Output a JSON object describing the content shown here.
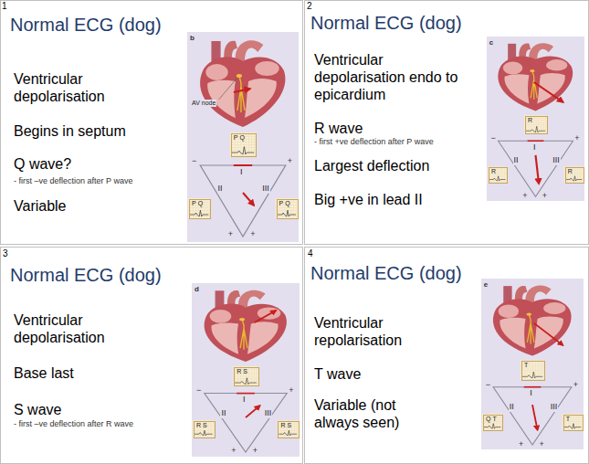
{
  "diagram": {
    "nodes": [
      {
        "text": [
          "Normal ECG (dog)",
          "Ventricular depolarisation",
          "Begins in septum",
          "Q wave?",
          "- first –ve deflection after P wave",
          "Variable"
        ]
      },
      {
        "text": [
          "P",
          "Q"
        ],
        "in": 0
      },
      {
        "text": [
          "P",
          "Q"
        ],
        "in": 0
      },
      {
        "text": [
          "P",
          "Q"
        ],
        "in": 0
      },
      {
        "text": [
          "Normal ECG (dog)",
          "Ventricular depolarisation endo to epicardium",
          "R wave",
          "- first +ve deflection after P wave",
          "Largest deflection",
          "Big +ve in lead II"
        ]
      },
      {
        "text": [
          "R"
        ],
        "in": 4
      },
      {
        "text": [
          "R"
        ],
        "in": 4
      },
      {
        "text": [
          "R"
        ],
        "in": 4
      },
      {
        "text": [
          "Normal ECG (dog)",
          "Ventricular depolarisation",
          "Base last",
          "S wave",
          "- first –ve deflection after R wave"
        ]
      },
      {
        "text": [
          "R",
          "S"
        ],
        "in": 8
      },
      {
        "text": [
          "R",
          "S"
        ],
        "in": 8
      },
      {
        "text": [
          "R",
          "S"
        ],
        "in": 8
      },
      {
        "text": [
          "Normal ECG (dog)",
          "Ventricular repolarisation",
          "T wave",
          "Variable (not always seen)"
        ]
      },
      {
        "text": [
          "T"
        ],
        "in": 12
      },
      {
        "text": [
          "Q",
          "T"
        ],
        "in": 12
      },
      {
        "text": [
          "T"
        ],
        "in": 12
      }
    ],
    "labels": [
      "1",
      "b",
      "AV node",
      "I",
      "II",
      "III",
      "−",
      "+",
      "+",
      "+",
      "2",
      "c",
      "I",
      "II",
      "III",
      "−",
      "+",
      "+",
      "+",
      "3",
      "d",
      "I",
      "II",
      "III",
      "−",
      "+",
      "+",
      "+",
      "4",
      "e",
      "I",
      "II",
      "III",
      "−",
      "+",
      "+",
      "+"
    ]
  }
}
